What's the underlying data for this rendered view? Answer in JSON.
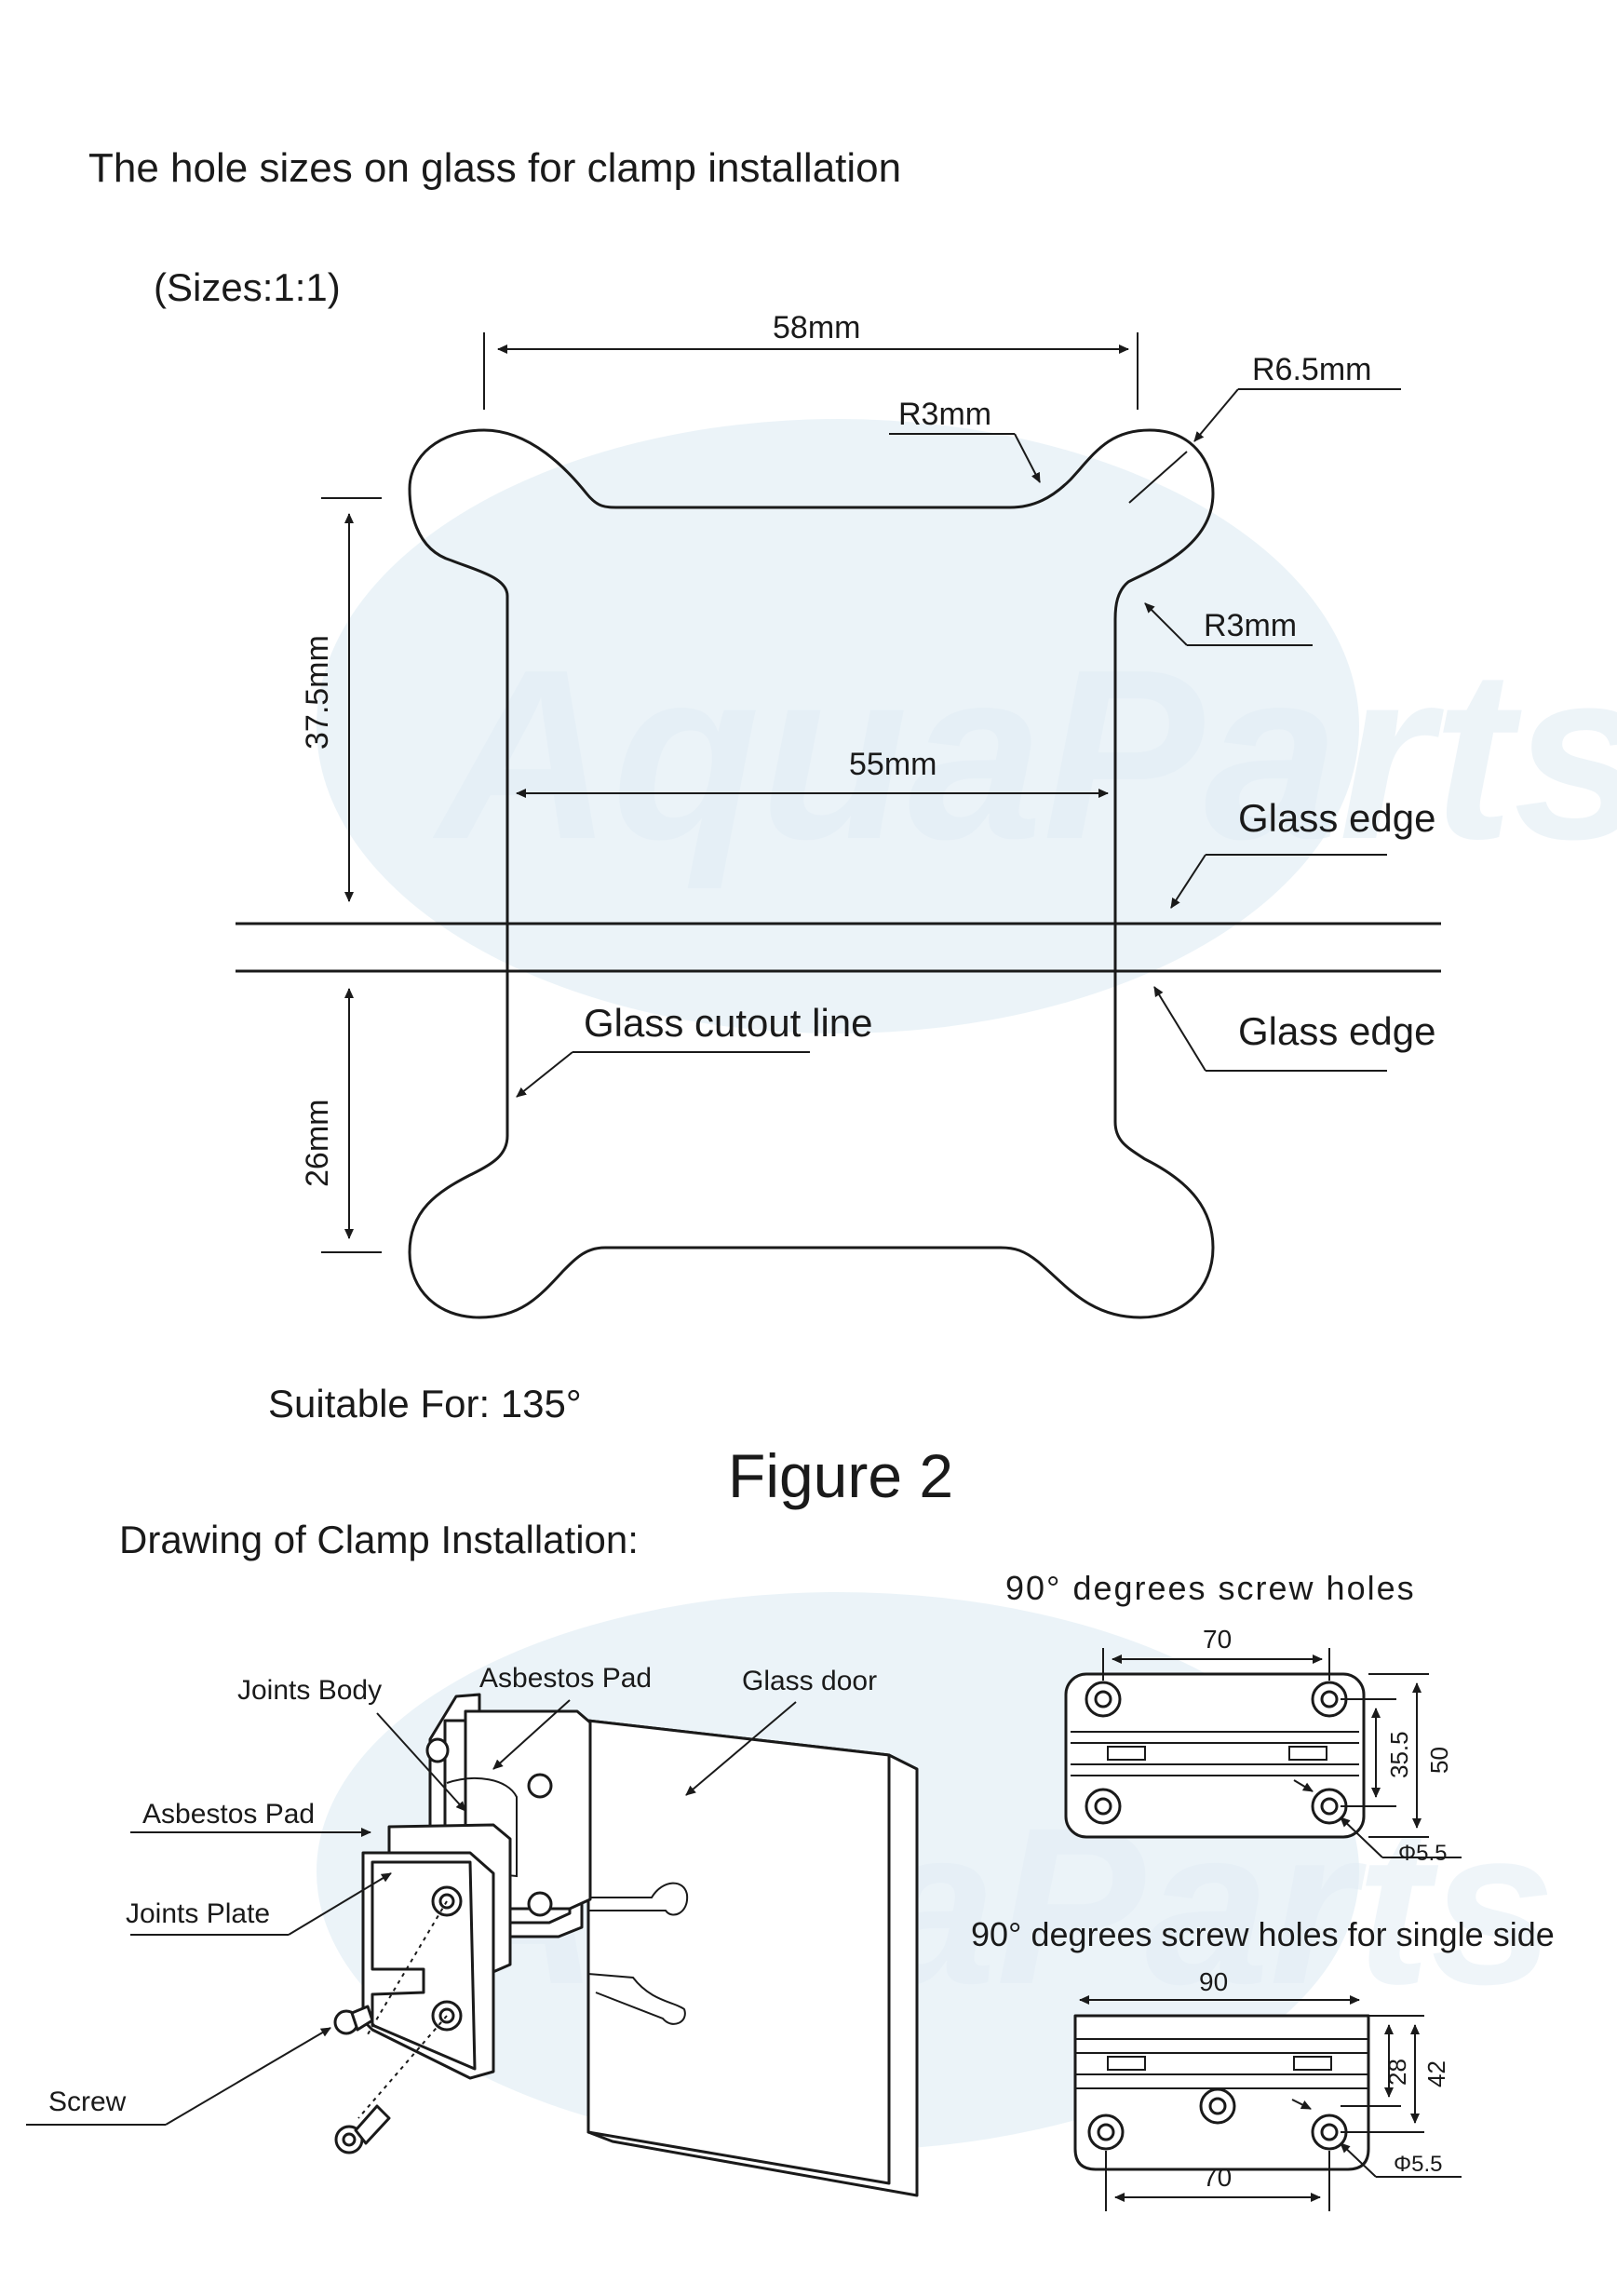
{
  "top": {
    "heading": "The hole sizes on glass for clamp installation",
    "scale_note": "(Sizes:1:1)",
    "dimensions": {
      "width_outer": "58mm",
      "width_inner": "55mm",
      "height_upper": "37.5mm",
      "height_lower": "26mm",
      "radius_large": "R6.5mm",
      "radius_small_top": "R3mm",
      "radius_small_side": "R3mm"
    },
    "labels": {
      "glass_edge_upper": "Glass edge",
      "glass_edge_lower": "Glass edge",
      "cutout_line": "Glass cutout line"
    },
    "suitable_for": "Suitable For:  135°"
  },
  "figure_title": "Figure  2",
  "installation": {
    "heading": "Drawing of Clamp Installation:",
    "callouts": {
      "joints_body": "Joints Body",
      "asbestos_pad_upper": "Asbestos Pad",
      "glass_door": "Glass door",
      "asbestos_pad_lower": "Asbestos Pad",
      "joints_plate": "Joints Plate",
      "screw": "Screw"
    }
  },
  "screw_holes_double": {
    "title": "90° degrees screw holes",
    "hole_spacing": "70",
    "inner_height": "35.5",
    "outer_height": "50",
    "hole_diameter": "Φ5.5"
  },
  "screw_holes_single": {
    "title": "90° degrees screw holes for single side",
    "overall_width": "90",
    "hole_spacing": "70",
    "inner_height": "28",
    "outer_height": "42",
    "hole_diameter": "Φ5.5"
  },
  "watermark": "AquaParts"
}
